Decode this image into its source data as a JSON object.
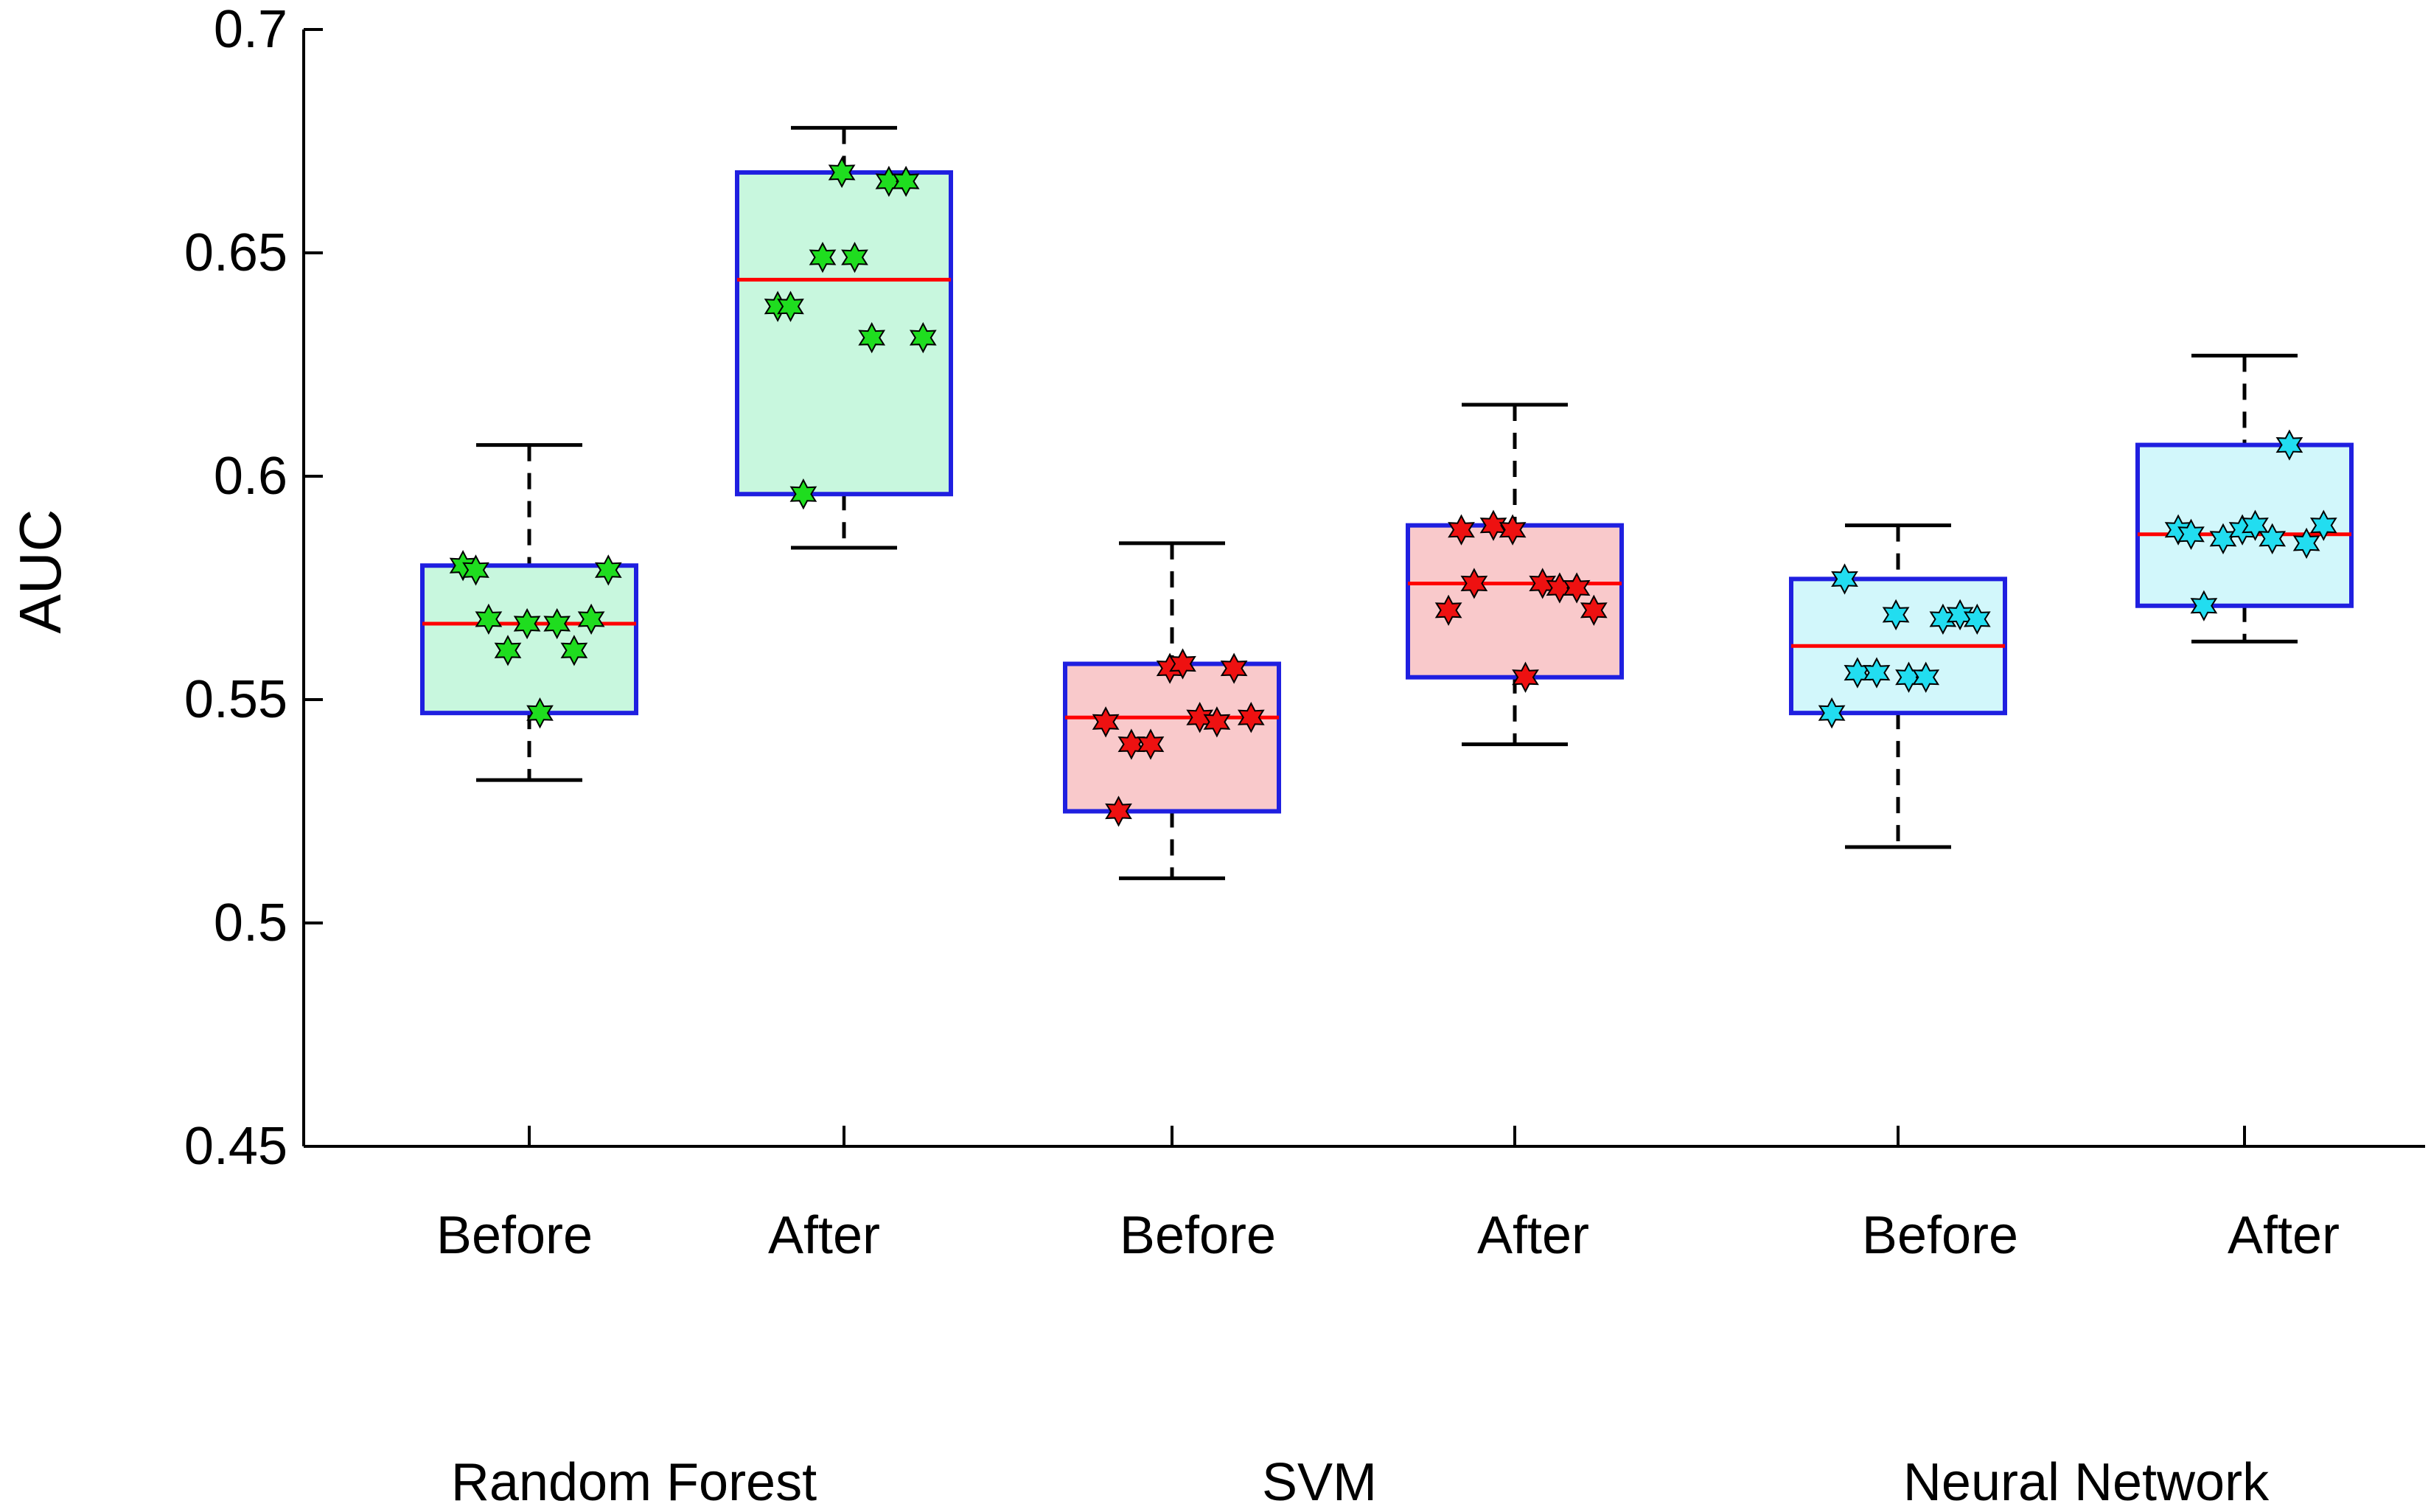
{
  "chart_data": {
    "type": "box",
    "title": "",
    "xlabel": "",
    "ylabel": "AUC",
    "ylim": [
      0.45,
      0.7
    ],
    "yticks": [
      0.45,
      0.5,
      0.55,
      0.6,
      0.65,
      0.7
    ],
    "ytick_labels": [
      "0.45",
      "0.5",
      "0.55",
      "0.6",
      "0.65",
      "0.7"
    ],
    "grid": false,
    "colors": {
      "box_edge": "#1f1fe0",
      "median": "#ff0000",
      "whisker": "#000000"
    },
    "boxes": [
      {
        "group": "Random Forest",
        "label": "Before",
        "fill": "#c8f7de",
        "marker_color": "#1fdd1f",
        "whisker_low": 0.532,
        "q1": 0.547,
        "median": 0.567,
        "q3": 0.58,
        "whisker_high": 0.607,
        "points": [
          0.58,
          0.568,
          0.561,
          0.567,
          0.547,
          0.567,
          0.561,
          0.568,
          0.579,
          0.579
        ]
      },
      {
        "group": "Random Forest",
        "label": "After",
        "fill": "#c8f7de",
        "marker_color": "#1fdd1f",
        "whisker_low": 0.584,
        "q1": 0.596,
        "median": 0.644,
        "q3": 0.668,
        "whisker_high": 0.678,
        "points": [
          0.638,
          0.596,
          0.649,
          0.668,
          0.649,
          0.631,
          0.666,
          0.666,
          0.631,
          0.638
        ]
      },
      {
        "group": "SVM",
        "label": "Before",
        "fill": "#f9c9cb",
        "marker_color": "#ee1111",
        "whisker_low": 0.51,
        "q1": 0.525,
        "median": 0.546,
        "q3": 0.558,
        "whisker_high": 0.585,
        "points": [
          0.545,
          0.54,
          0.54,
          0.557,
          0.558,
          0.546,
          0.545,
          0.557,
          0.546,
          0.525
        ]
      },
      {
        "group": "SVM",
        "label": "After",
        "fill": "#f9c9cb",
        "marker_color": "#ee1111",
        "whisker_low": 0.54,
        "q1": 0.555,
        "median": 0.576,
        "q3": 0.589,
        "whisker_high": 0.616,
        "points": [
          0.57,
          0.576,
          0.589,
          0.588,
          0.555,
          0.576,
          0.575,
          0.575,
          0.57,
          0.588
        ]
      },
      {
        "group": "Neural Network",
        "label": "Before",
        "fill": "#d2f7fb",
        "marker_color": "#22ddf0",
        "whisker_low": 0.517,
        "q1": 0.547,
        "median": 0.562,
        "q3": 0.577,
        "whisker_high": 0.589,
        "points": [
          0.547,
          0.556,
          0.556,
          0.569,
          0.555,
          0.555,
          0.568,
          0.569,
          0.568,
          0.577
        ]
      },
      {
        "group": "Neural Network",
        "label": "After",
        "fill": "#d2f7fb",
        "marker_color": "#22ddf0",
        "whisker_low": 0.563,
        "q1": 0.571,
        "median": 0.587,
        "q3": 0.607,
        "whisker_high": 0.627,
        "points": [
          0.588,
          0.571,
          0.586,
          0.588,
          0.589,
          0.586,
          0.607,
          0.585,
          0.589,
          0.587
        ]
      }
    ],
    "groups": [
      "Random Forest",
      "SVM",
      "Neural Network"
    ]
  }
}
